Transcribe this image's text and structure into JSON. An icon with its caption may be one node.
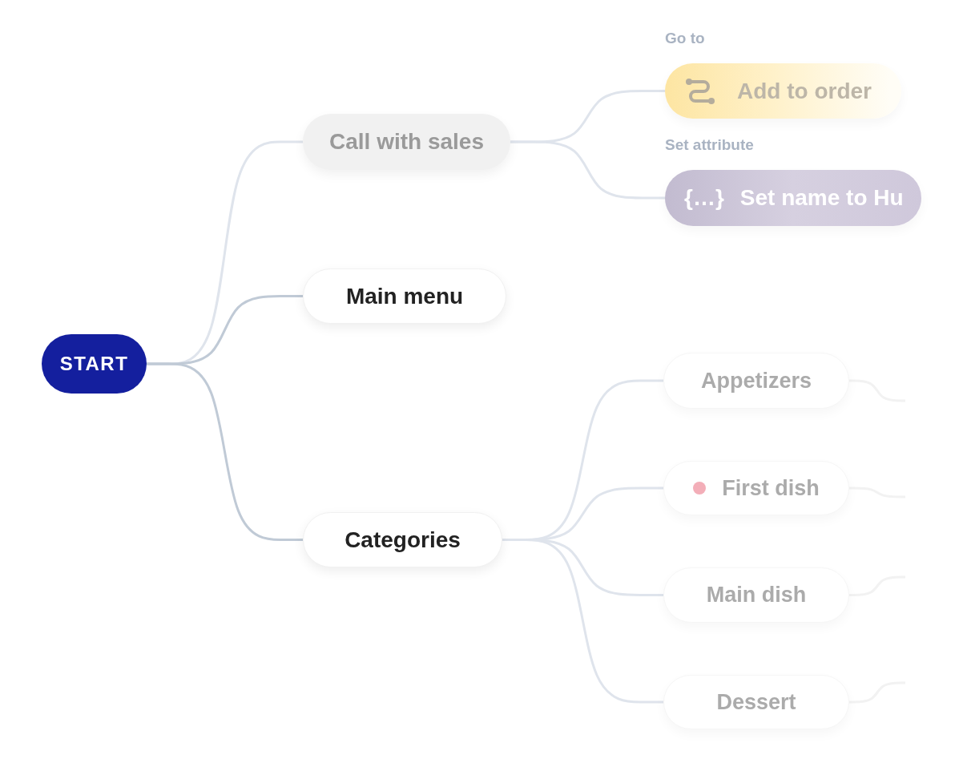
{
  "diagram": {
    "nodes": [
      {
        "text": [
          "START"
        ]
      },
      {
        "text": [
          "Call with sales"
        ]
      },
      {
        "text": [
          "Main menu"
        ]
      },
      {
        "text": [
          "Categories"
        ]
      },
      {
        "text": [
          "Go to",
          "Add to order"
        ]
      },
      {
        "text": [
          "Set attribute",
          "{…}",
          "Set name to Hu"
        ]
      },
      {
        "text": [
          "Appetizers"
        ]
      },
      {
        "text": [
          "First dish"
        ]
      },
      {
        "text": [
          "Main dish"
        ]
      },
      {
        "text": [
          "Dessert"
        ]
      }
    ],
    "edges": [
      {
        "from": 0,
        "to": 1,
        "arrow": "none"
      },
      {
        "from": 0,
        "to": 2,
        "arrow": "none",
        "color": "#c0cad6"
      },
      {
        "from": 0,
        "to": 3,
        "arrow": "none",
        "color": "#c0cad6"
      },
      {
        "from": 1,
        "to": 4,
        "arrow": "none"
      },
      {
        "from": 1,
        "to": 5,
        "arrow": "none"
      },
      {
        "from": 3,
        "to": 6,
        "arrow": "none"
      },
      {
        "from": 3,
        "to": 7,
        "arrow": "none"
      },
      {
        "from": 3,
        "to": 8,
        "arrow": "none"
      },
      {
        "from": 3,
        "to": 9,
        "arrow": "none"
      },
      {
        "from": 6,
        "to": null,
        "arrow": "none",
        "color": "#f2f2f2"
      },
      {
        "from": 7,
        "to": null,
        "arrow": "none",
        "color": "#f2f2f2"
      },
      {
        "from": 8,
        "to": null,
        "arrow": "none",
        "color": "#f2f2f2"
      },
      {
        "from": 9,
        "to": null,
        "arrow": "none",
        "color": "#f2f2f2"
      }
    ]
  }
}
